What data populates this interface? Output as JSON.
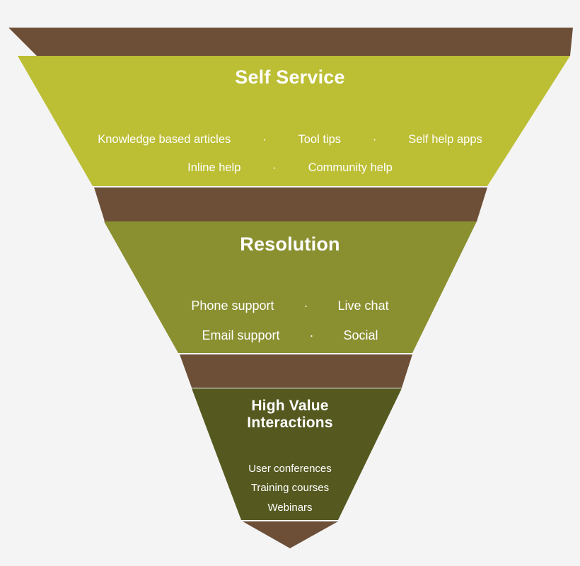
{
  "diagram": {
    "type": "inverted-funnel",
    "background_color": "#f4f4f4",
    "accent_band_color": "#6d4f38",
    "text_color": "#ffffff",
    "separator_glyph": "·"
  },
  "stages": [
    {
      "title": "Self Service",
      "fill_color": "#bcbe34",
      "band_color": "#6d4f38",
      "rows": [
        [
          "Knowledge based articles",
          "Tool tips",
          "Self help apps"
        ],
        [
          "Inline help",
          "Community help"
        ]
      ]
    },
    {
      "title": "Resolution",
      "fill_color": "#8a9030",
      "band_color": "#6d4f38",
      "rows": [
        [
          "Phone support",
          "Live chat"
        ],
        [
          "Email support",
          "Social"
        ]
      ]
    },
    {
      "title": "High Value Interactions",
      "title_line_1": "High Value",
      "title_line_2": "Interactions",
      "fill_color": "#55591f",
      "band_color": "#6d4f38",
      "rows": [
        [
          "User conferences"
        ],
        [
          "Training courses"
        ],
        [
          "Webinars"
        ]
      ]
    }
  ]
}
